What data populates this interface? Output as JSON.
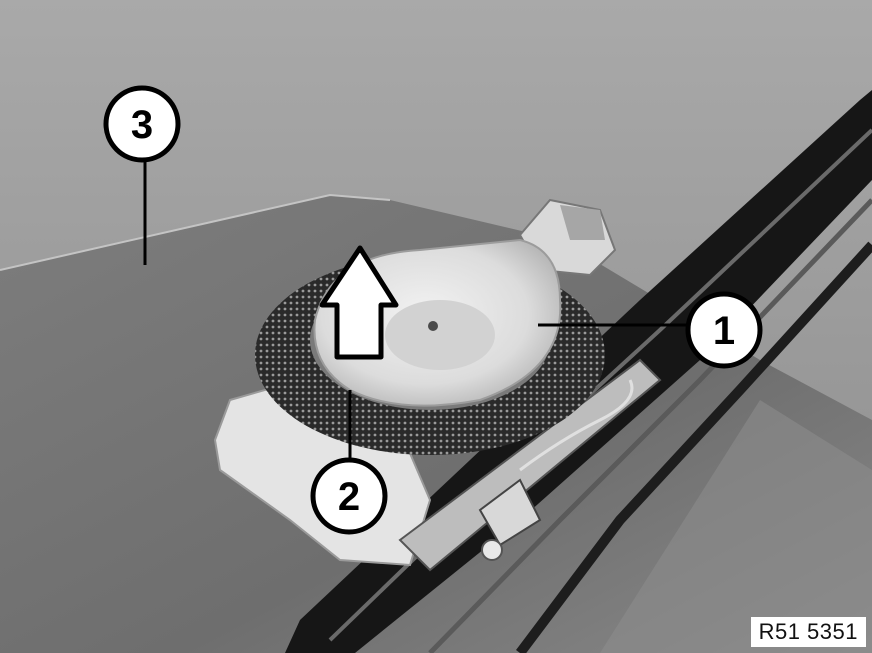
{
  "figure": {
    "reference_code": "R51 5351",
    "callouts": [
      {
        "id": "1",
        "label": "1"
      },
      {
        "id": "2",
        "label": "2"
      },
      {
        "id": "3",
        "label": "3"
      }
    ],
    "arrow": {
      "direction": "up"
    }
  }
}
